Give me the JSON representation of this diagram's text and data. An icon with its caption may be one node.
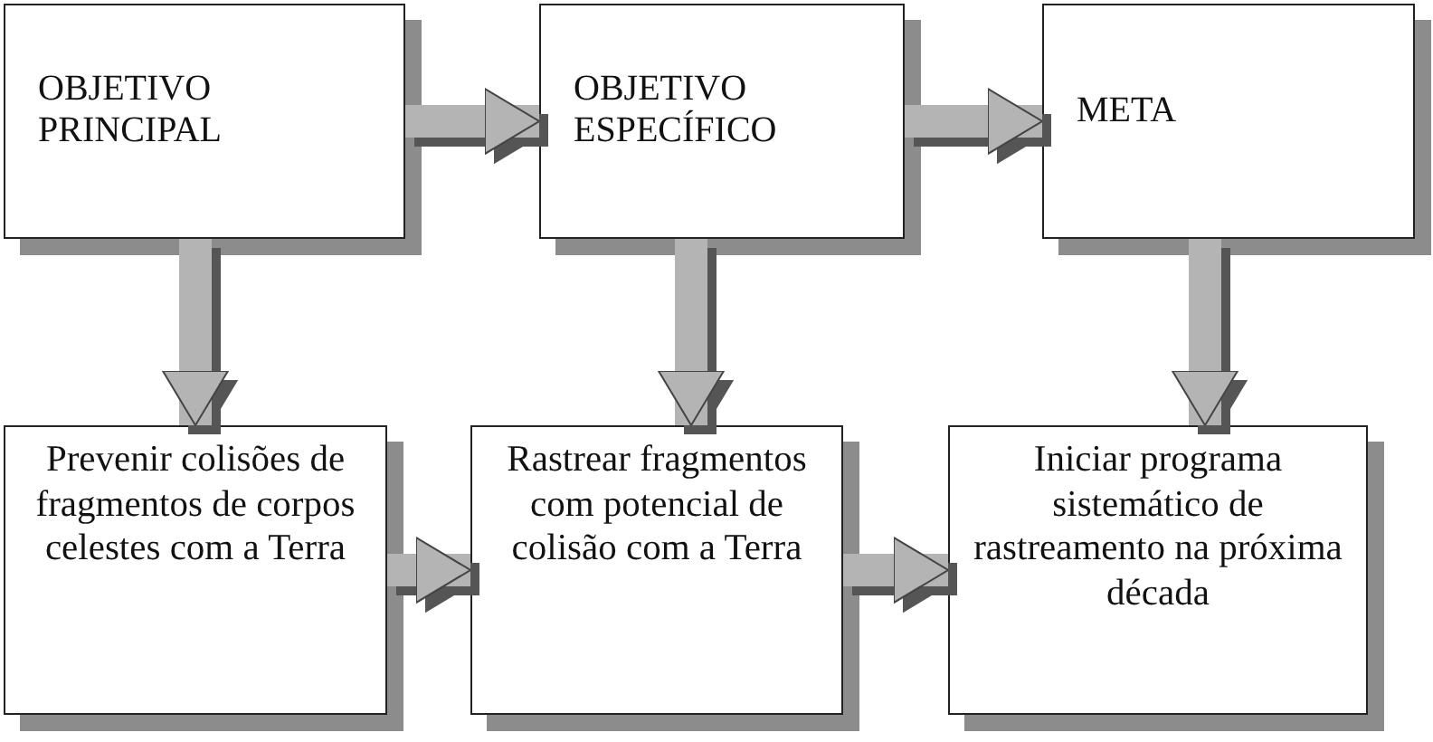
{
  "diagram": {
    "nodes": [
      {
        "text": [
          "OBJETIVO PRINCIPAL"
        ]
      },
      {
        "text": [
          "OBJETIVO ESPECÍFICO"
        ]
      },
      {
        "text": [
          "META"
        ]
      },
      {
        "text": [
          "Prevenir colisões de fragmentos de corpos celestes com a Terra"
        ]
      },
      {
        "text": [
          "Rastrear fragmentos com potencial de colisão com a Terra"
        ]
      },
      {
        "text": [
          "Iniciar programa sistemático de rastreamento na próxima década"
        ]
      }
    ],
    "edges": [
      {
        "from": 0,
        "to": 1,
        "arrow": "to"
      },
      {
        "from": 1,
        "to": 2,
        "arrow": "to"
      },
      {
        "from": 0,
        "to": 3,
        "arrow": "to"
      },
      {
        "from": 1,
        "to": 4,
        "arrow": "to"
      },
      {
        "from": 2,
        "to": 5,
        "arrow": "to"
      },
      {
        "from": 3,
        "to": 4,
        "arrow": "to"
      },
      {
        "from": 4,
        "to": 5,
        "arrow": "to"
      }
    ]
  }
}
